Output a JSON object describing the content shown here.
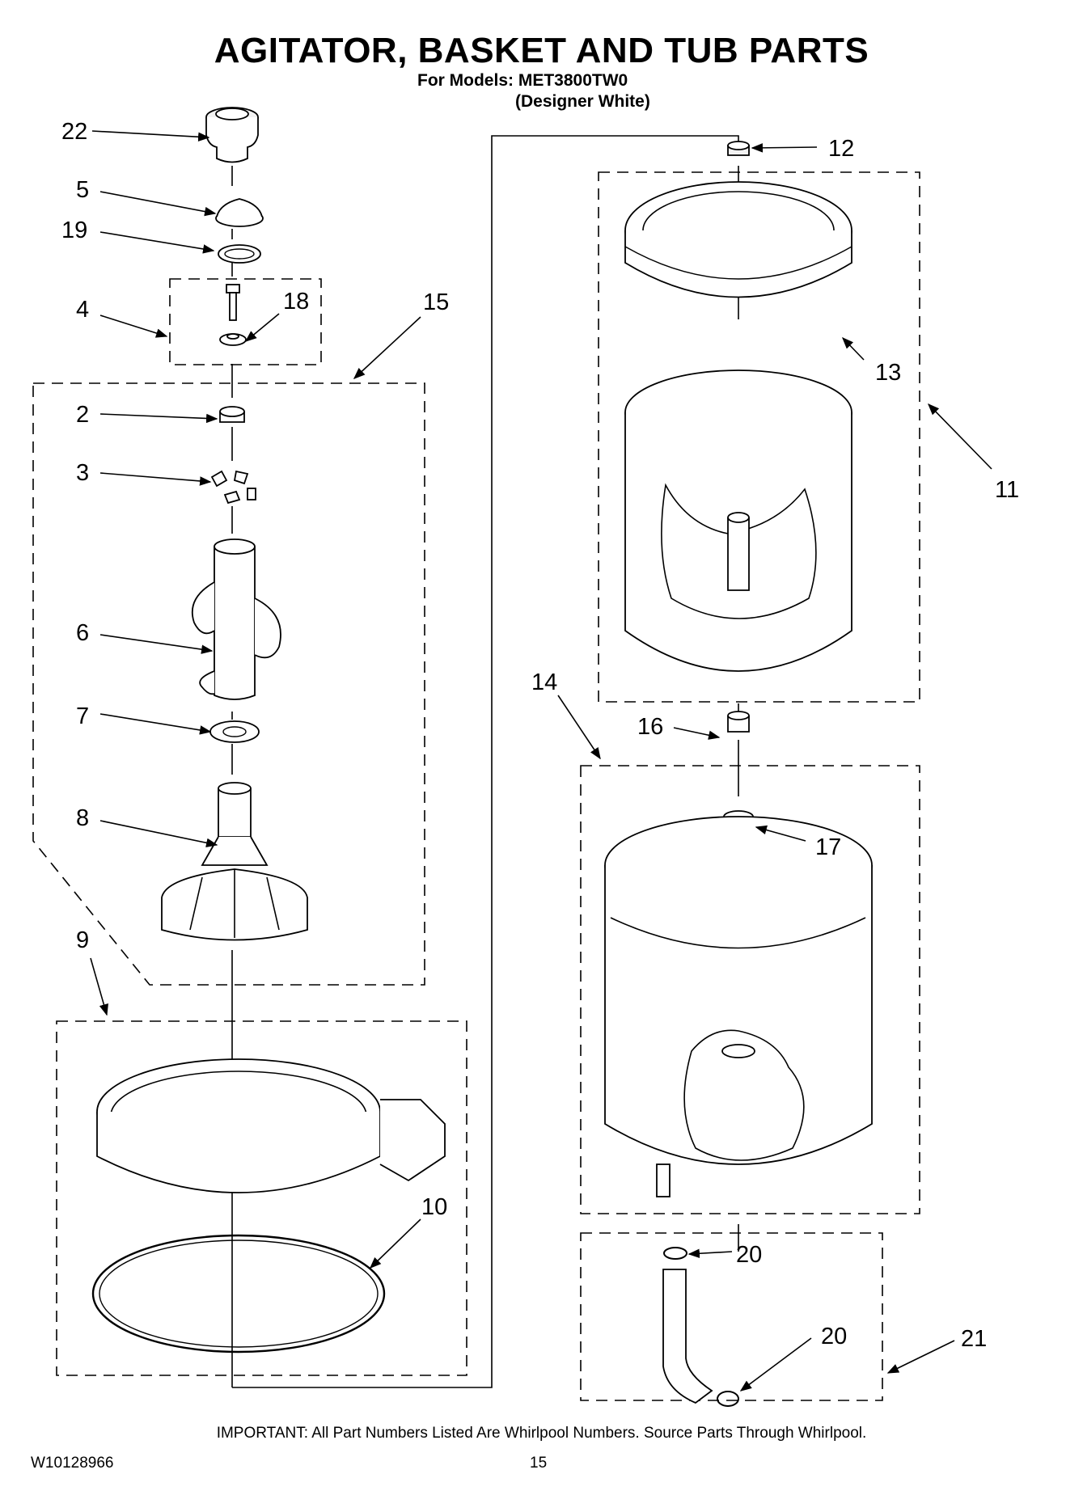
{
  "header": {
    "title": "AGITATOR, BASKET AND TUB PARTS",
    "models": "For Models: MET3800TW0",
    "variant": "(Designer White)"
  },
  "callouts": {
    "c2": "2",
    "c3": "3",
    "c4": "4",
    "c5": "5",
    "c6": "6",
    "c7": "7",
    "c8": "8",
    "c9": "9",
    "c10": "10",
    "c11": "11",
    "c12": "12",
    "c13": "13",
    "c14": "14",
    "c15": "15",
    "c16": "16",
    "c17": "17",
    "c18": "18",
    "c19": "19",
    "c20a": "20",
    "c20b": "20",
    "c21": "21",
    "c22": "22"
  },
  "footer": {
    "important": "IMPORTANT: All Part Numbers Listed Are Whirlpool Numbers. Source Parts Through Whirlpool.",
    "document_number": "W10128966",
    "page_number": "15"
  }
}
